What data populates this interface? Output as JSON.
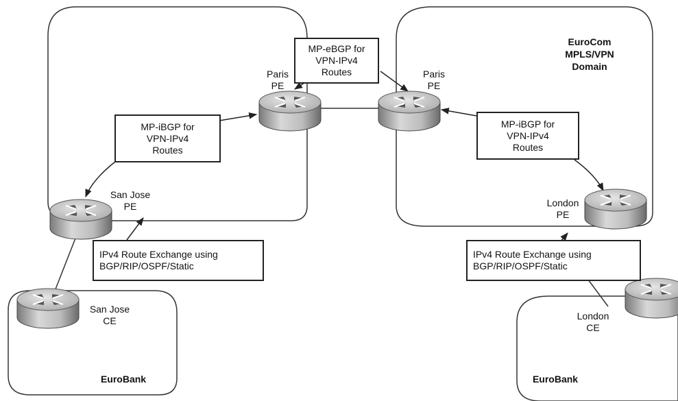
{
  "domains": {
    "eurocom": [
      "EuroCom",
      "MPLS/VPN",
      "Domain"
    ],
    "eurobank_left": "EuroBank",
    "eurobank_right": "EuroBank"
  },
  "routers": {
    "paris_pe_left": [
      "Paris",
      "PE"
    ],
    "paris_pe_right": [
      "Paris",
      "PE"
    ],
    "sanjose_pe": [
      "San Jose",
      "PE"
    ],
    "london_pe": [
      "London",
      "PE"
    ],
    "sanjose_ce": [
      "San Jose",
      "CE"
    ],
    "london_ce": [
      "London",
      "CE"
    ]
  },
  "boxes": {
    "mp_ebgp": [
      "MP-eBGP  for",
      "VPN-IPv4",
      "Routes"
    ],
    "mp_ibgp_left": [
      "MP-iBGP  for",
      "VPN-IPv4",
      "Routes"
    ],
    "mp_ibgp_right": [
      "MP-iBGP  for",
      "VPN-IPv4",
      "Routes"
    ],
    "ipv4_left": [
      "IPv4  Route  Exchange  using",
      "BGP/RIP/OSPF/Static"
    ],
    "ipv4_right": [
      "IPv4  Route  Exchange using",
      "BGP/RIP/OSPF/Static"
    ]
  }
}
